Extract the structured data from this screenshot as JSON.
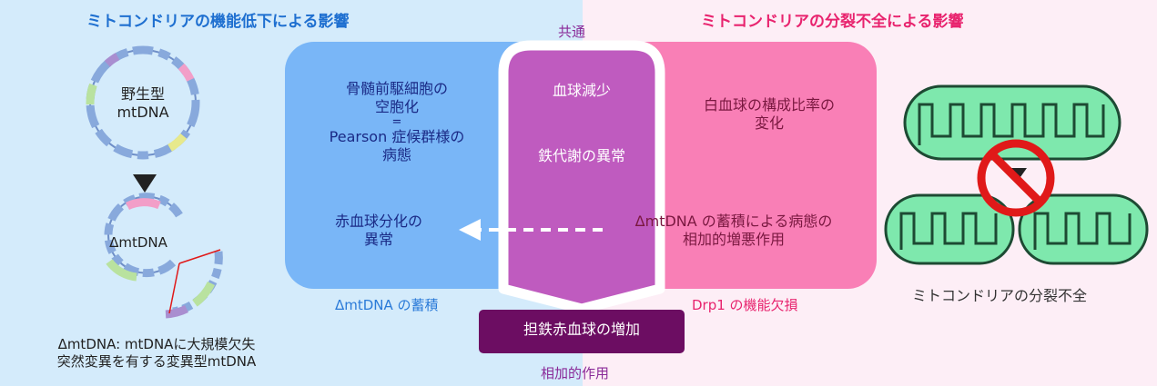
{
  "titles": {
    "left": "ミトコンドリアの機能低下による影響",
    "right": "ミトコンドリアの分裂不全による影響"
  },
  "common_label": "共通",
  "plasmids": {
    "wildtype": [
      "野生型",
      "mtDNA"
    ],
    "deleted": "ΔmtDNA"
  },
  "left_panel": {
    "text1": [
      "骨髄前駆細胞の",
      "空胞化",
      "=",
      "Pearson 症候群様の",
      "病態"
    ],
    "text2": [
      "赤血球分化の",
      "異常"
    ],
    "caption": "ΔmtDNA の蓄積"
  },
  "center_panel": {
    "text1": "血球減少",
    "text2": "鉄代謝の異常"
  },
  "right_panel": {
    "text1": [
      "白血球の構成比率の",
      "変化"
    ],
    "text2": [
      "ΔmtDNA の蓄積による病態の",
      "相加的増悪作用"
    ],
    "caption": "Drp1 の機能欠損"
  },
  "result_box": "担鉄赤血球の増加",
  "synergy_label": "相加的作用",
  "footnote": [
    "ΔmtDNA: mtDNAに大規模欠失",
    "突然変異を有する変異型mtDNA"
  ],
  "mito_caption": "ミトコンドリアの分裂不全",
  "colors": {
    "left_bg": "#d4ebfb",
    "right_bg": "#fdeef6",
    "blue_panel": "#79b6f7",
    "pink_panel": "#f97fb6",
    "center_panel": "#bf5bbf",
    "result_box": "#6c0d62",
    "mito_fill": "#7ee8ad",
    "prohibit": "#e01919"
  }
}
